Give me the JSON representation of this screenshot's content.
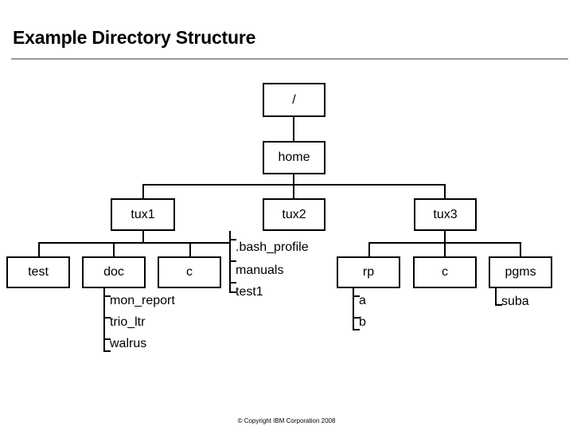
{
  "slide": {
    "title": "Example Directory Structure",
    "footer": "© Copyright IBM Corporation 2008"
  },
  "tree": {
    "root": {
      "label": "/"
    },
    "home": {
      "label": "home"
    },
    "users": [
      {
        "label": "tux1"
      },
      {
        "label": "tux2"
      },
      {
        "label": "tux3"
      }
    ],
    "tux1_children": [
      {
        "label": "test"
      },
      {
        "label": "doc"
      },
      {
        "label": "c"
      }
    ],
    "doc_files": [
      {
        "label": "mon_report"
      },
      {
        "label": "trio_ltr"
      },
      {
        "label": "walrus"
      }
    ],
    "tux2_files": [
      {
        "label": ".bash_profile"
      },
      {
        "label": "manuals"
      },
      {
        "label": "test1"
      }
    ],
    "tux3_children": [
      {
        "label": "rp"
      },
      {
        "label": "c"
      },
      {
        "label": "pgms"
      }
    ],
    "rp_files": [
      {
        "label": "a"
      },
      {
        "label": "b"
      }
    ],
    "pgms_files": [
      {
        "label": "suba"
      }
    ]
  },
  "colors": {
    "line": "#000000",
    "rule": "#9a9a9a",
    "background": "#ffffff"
  }
}
